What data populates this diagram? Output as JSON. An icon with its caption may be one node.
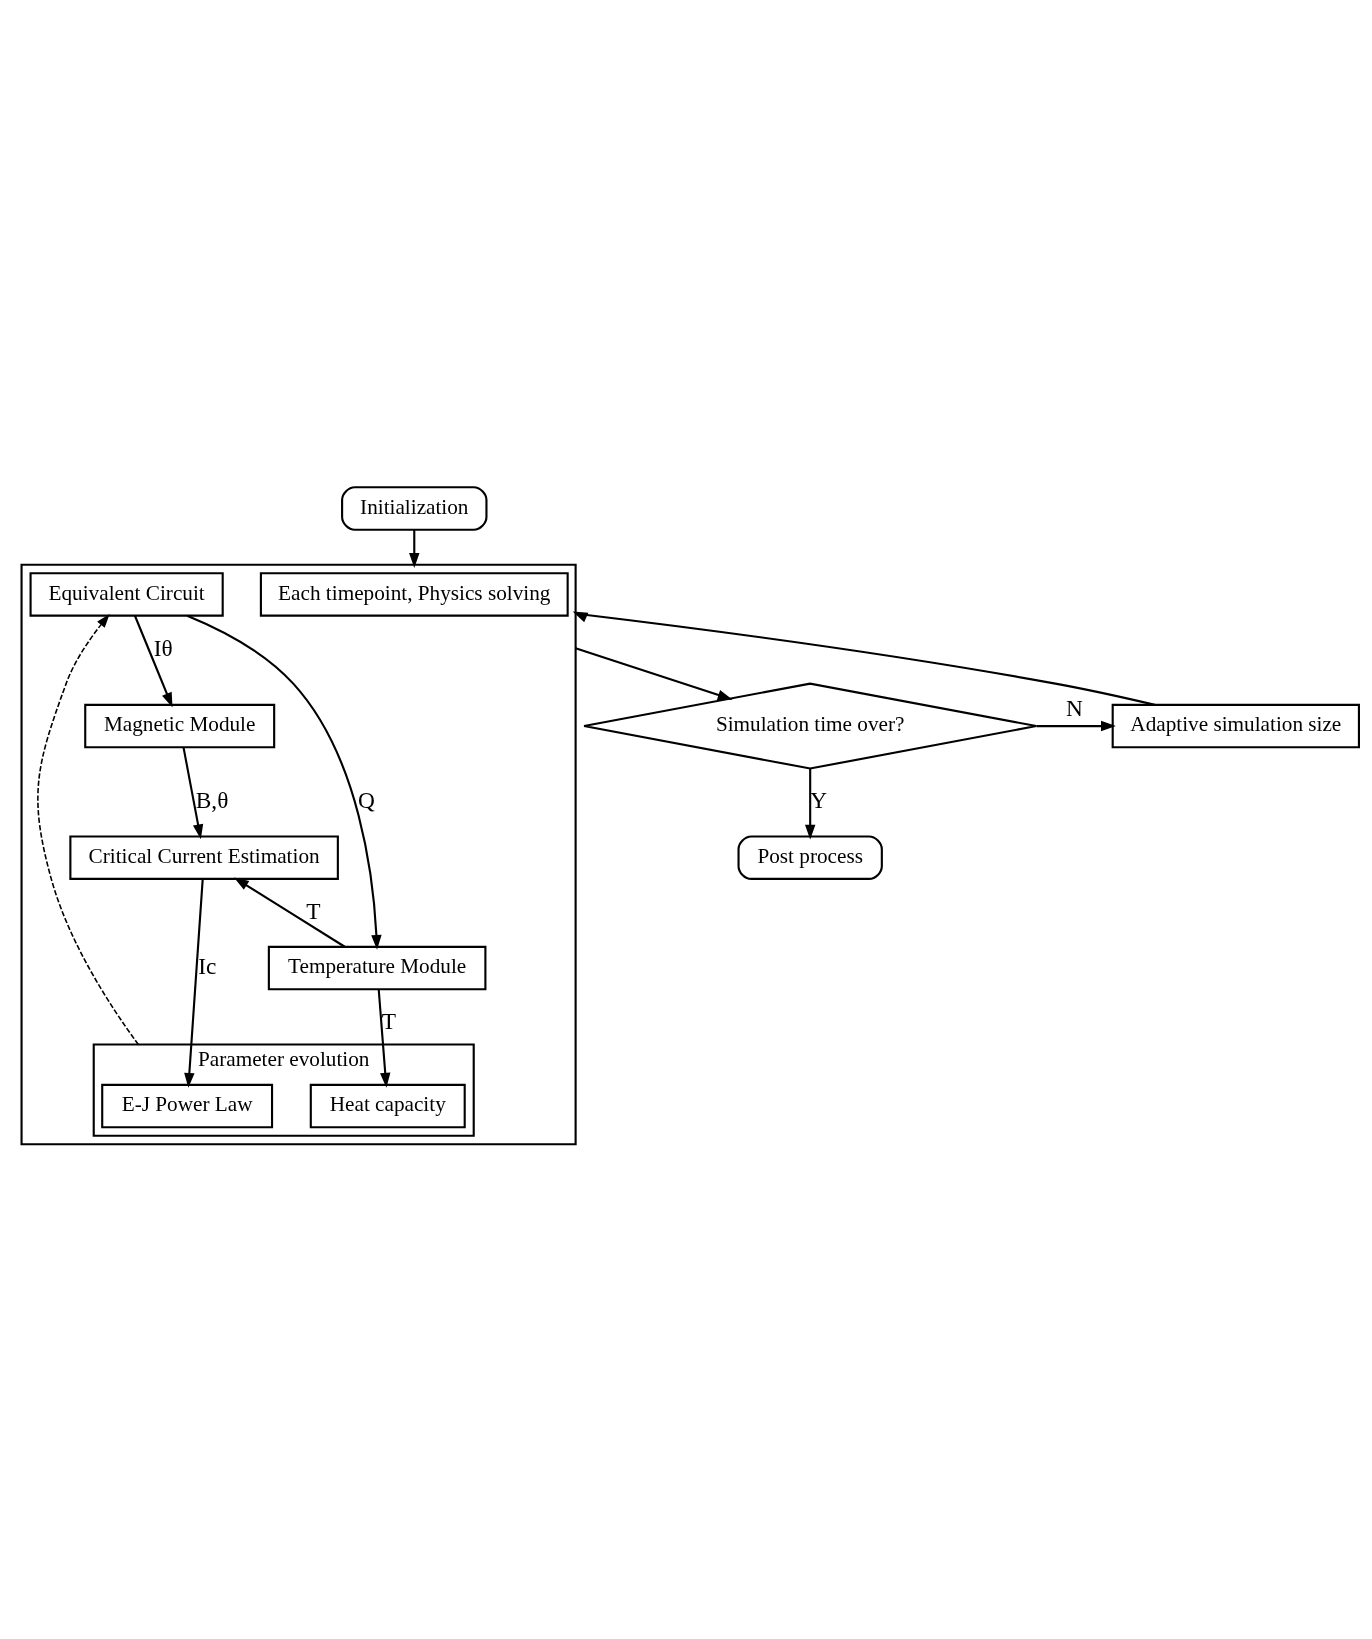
{
  "diagram": {
    "nodes": [
      {
        "text": [
          "Initialization"
        ]
      },
      {
        "text": [],
        "shape": "box"
      },
      {
        "text": [
          "Each timepoint, Physics solving"
        ],
        "in": 1
      },
      {
        "text": [
          "Magnetic Module"
        ],
        "in": 1
      },
      {
        "text": [
          "Parameter evolution"
        ],
        "in": 1
      },
      {
        "text": [
          "Equivalent Circuit"
        ],
        "in": 1
      },
      {
        "text": [
          "Critical Current Estimation"
        ],
        "in": 1
      },
      {
        "text": [
          "E-J Power Law"
        ],
        "in": 4
      },
      {
        "text": [
          "Temperature Module"
        ],
        "in": 1
      },
      {
        "text": [
          "Heat capacity"
        ],
        "in": 4
      },
      {
        "text": [
          "Simulation time over?"
        ]
      },
      {
        "text": [
          "Adaptive simulation size"
        ]
      },
      {
        "text": [
          "Post process"
        ]
      }
    ],
    "edges": [
      {
        "from": 0,
        "to": 1,
        "arrow": "to"
      },
      {
        "from": 5,
        "to": 3,
        "arrow": "to",
        "label": "Iθ"
      },
      {
        "from": 5,
        "to": 8,
        "arrow": "to",
        "label": "Q"
      },
      {
        "from": 3,
        "to": 6,
        "arrow": "to",
        "label": "B,θ"
      },
      {
        "from": 8,
        "to": 6,
        "arrow": "to",
        "label": "T"
      },
      {
        "from": 6,
        "to": 7,
        "arrow": "to",
        "label": "Ic"
      },
      {
        "from": 8,
        "to": 9,
        "arrow": "to",
        "label": "T"
      },
      {
        "from": 4,
        "to": 5,
        "arrow": "to",
        "style": "dashed"
      },
      {
        "from": 1,
        "to": 10,
        "arrow": "to"
      },
      {
        "from": 10,
        "to": 11,
        "arrow": "to",
        "label": "N"
      },
      {
        "from": 11,
        "to": 1,
        "arrow": "to"
      },
      {
        "from": 10,
        "to": 12,
        "arrow": "to",
        "label": "Y"
      }
    ]
  }
}
